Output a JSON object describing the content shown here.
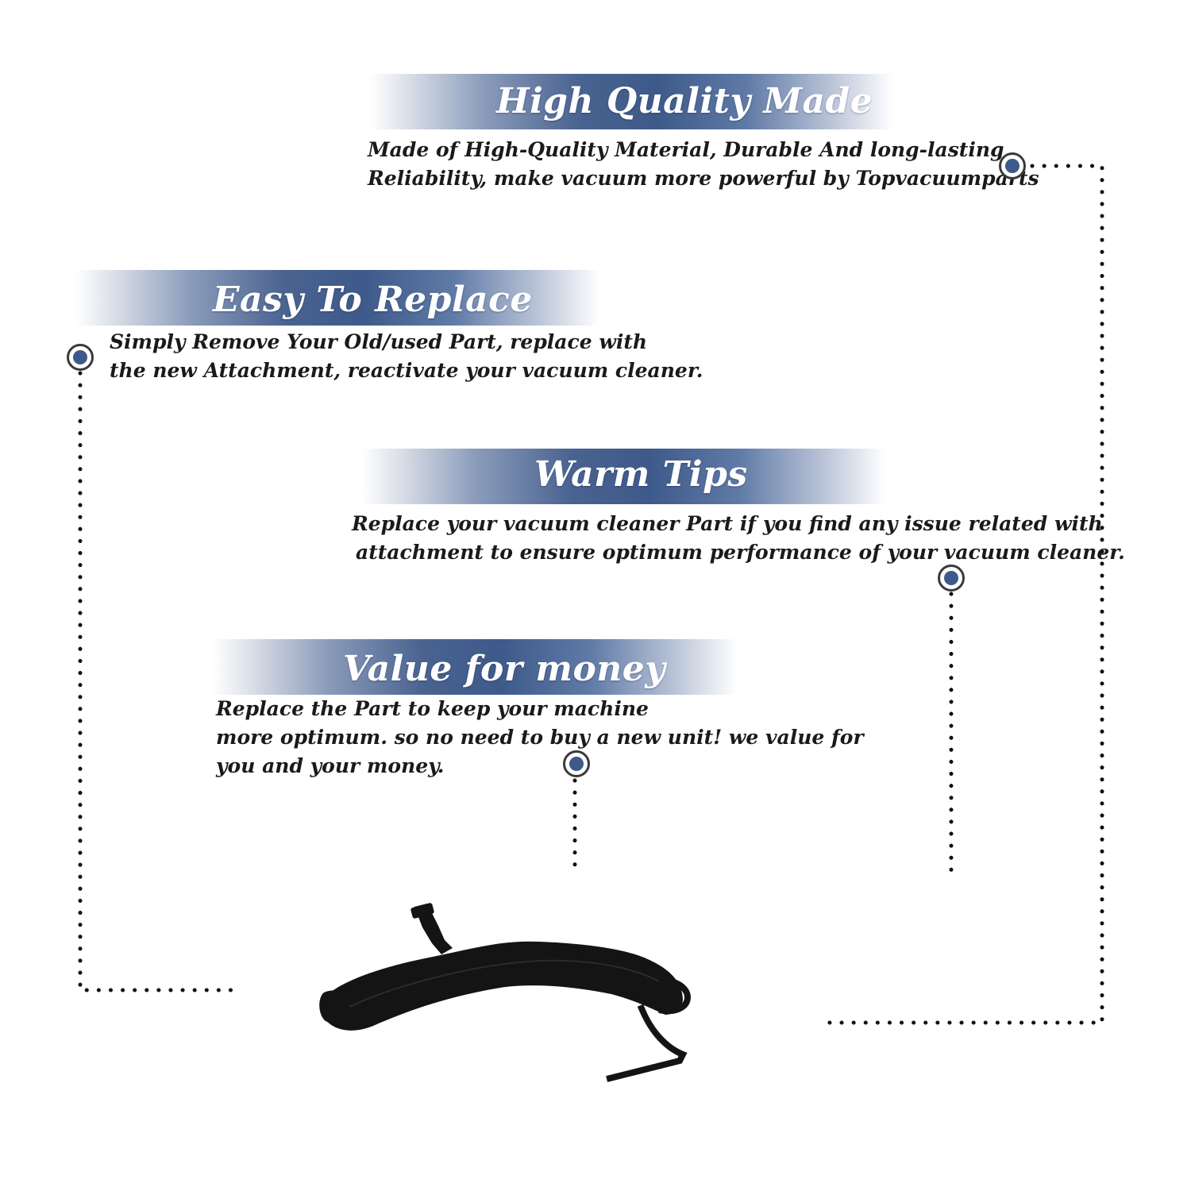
{
  "features": [
    {
      "title": "High Quality Made",
      "lines": [
        "Made of  High-Quality Material, Durable And long-lasting",
        "Reliability, make vacuum more powerful by Topvacuumparts"
      ]
    },
    {
      "title": "Easy To Replace",
      "lines": [
        "Simply Remove Your Old/used Part, replace with",
        "the new Attachment, reactivate your vacuum cleaner."
      ]
    },
    {
      "title": "Warm Tips",
      "lines": [
        "Replace your vacuum cleaner Part if you find any issue related with",
        "attachment to ensure optimum performance of your vacuum cleaner."
      ]
    },
    {
      "title": "Value for money",
      "lines": [
        "Replace the Part to keep your machine",
        "more optimum. so no need to buy a new unit! we value for",
        "you and your money."
      ]
    }
  ],
  "colors": {
    "banner_accent": "#3e5a8a",
    "marker_dot": "#3e5a8a",
    "text": "#1a1a1a",
    "product": "#141414"
  },
  "icons": {
    "marker": "target-dot-icon",
    "product": "shoulder-strap-icon"
  }
}
